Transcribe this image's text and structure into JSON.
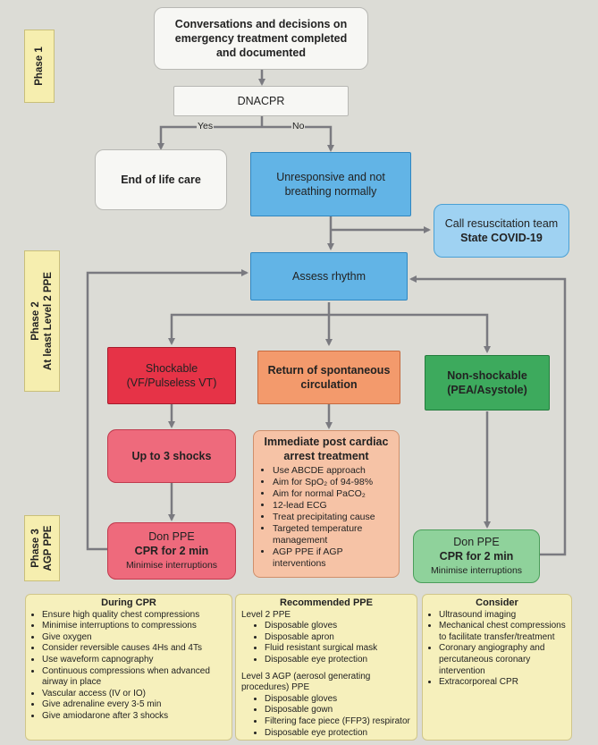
{
  "phases": {
    "p1": "Phase 1",
    "p2_title": "Phase 2",
    "p2_sub": "At least Level 2 PPE",
    "p3_title": "Phase 3",
    "p3_sub": "AGP PPE"
  },
  "boxes": {
    "conversations": "Conversations and decisions on emergency treatment completed and documented",
    "dnacpr": "DNACPR",
    "yes": "Yes",
    "no": "No",
    "end_of_life": "End of life care",
    "unresponsive": "Unresponsive and not breathing normally",
    "call_team": "Call resuscitation team",
    "state_covid": "State COVID-19",
    "assess": "Assess rhythm",
    "shockable": "Shockable",
    "shockable_sub": "(VF/Pulseless VT)",
    "rosc": "Return of spontaneous circulation",
    "nonshockable": "Non-shockable",
    "nonshockable_sub": "(PEA/Asystole)",
    "up_to_3": "Up to 3 shocks",
    "post_arrest_title": "Immediate post cardiac arrest treatment",
    "post_arrest_items": [
      "Use ABCDE approach",
      "Aim for SpO₂ of 94-98%",
      "Aim for normal PaCO₂",
      "12-lead ECG",
      "Treat precipitating cause",
      "Targeted temperature management",
      "AGP PPE if AGP interventions"
    ],
    "don_ppe": "Don PPE",
    "cpr_2min": "CPR for 2 min",
    "minimise": "Minimise interruptions"
  },
  "during_cpr": {
    "title": "During CPR",
    "items": [
      "Ensure high quality chest compressions",
      "Minimise interruptions to compressions",
      "Give oxygen",
      "Consider reversible causes 4Hs and 4Ts",
      "Use waveform capnography",
      "Continuous compressions when advanced airway in place",
      "Vascular access (IV or IO)",
      "Give adrenaline every 3-5 min",
      "Give amiodarone after 3 shocks"
    ]
  },
  "recommended_ppe": {
    "title": "Recommended PPE",
    "level2_label": "Level 2 PPE",
    "level2_items": [
      "Disposable gloves",
      "Disposable apron",
      "Fluid resistant surgical mask",
      "Disposable eye protection"
    ],
    "level3_label": "Level 3 AGP (aerosol generating procedures) PPE",
    "level3_items": [
      "Disposable gloves",
      "Disposable gown",
      "Filtering face piece (FFP3) respirator",
      "Disposable eye protection"
    ]
  },
  "consider": {
    "title": "Consider",
    "items": [
      "Ultrasound imaging",
      "Mechanical chest compressions to facilitate transfer/treatment",
      "Coronary angiography and percutaneous coronary intervention",
      "Extracorporeal CPR"
    ]
  }
}
